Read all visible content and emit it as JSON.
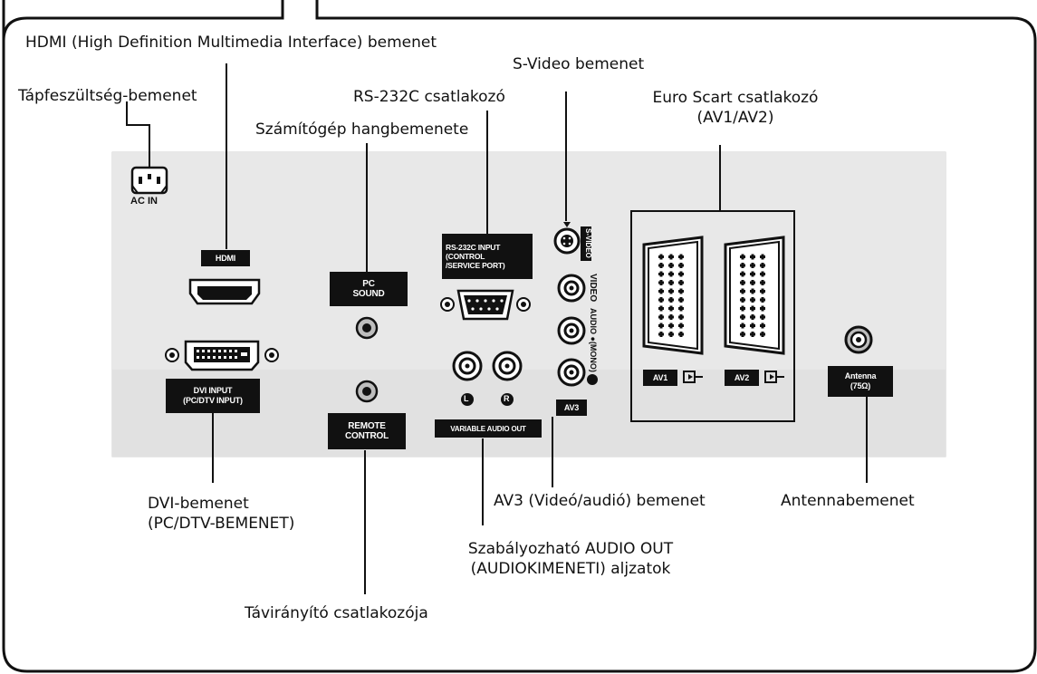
{
  "callouts": {
    "hdmi_in": "HDMI (High Definition Multimedia Interface) bemenet",
    "power_in": "Tápfeszültség-bemenet",
    "rs232": "RS-232C csatlakozó",
    "pc_sound": "Számítógép hangbemenete",
    "svideo": "S-Video bemenet",
    "scart_line1": "Euro Scart csatlakozó",
    "scart_line2": "(AV1/AV2)",
    "dvi_line1": "DVI-bemenet",
    "dvi_line2": "(PC/DTV-BEMENET)",
    "av3": "AV3 (Videó/audió) bemenet",
    "antenna": "Antennabemenet",
    "audio_out_line1": "Szabályozható AUDIO OUT",
    "audio_out_line2": "(AUDIOKIMENETI) aljzatok",
    "remote": "Távirányító csatlakozója"
  },
  "panel": {
    "ac_in": "AC IN",
    "hdmi": "HDMI",
    "pc_sound_1": "PC",
    "pc_sound_2": "SOUND",
    "rs232_1": "RS-232C INPUT",
    "rs232_2": "(CONTROL",
    "rs232_3": "/SERVICE PORT)",
    "dvi_1": "DVI INPUT",
    "dvi_2": "(PC/DTV INPUT)",
    "remote_1": "REMOTE",
    "remote_2": "CONTROL",
    "audio_l": "L",
    "audio_r": "R",
    "variable_audio_out": "VARIABLE AUDIO OUT",
    "s_video": "S-VIDEO",
    "video": "VIDEO",
    "audio_mono": "AUDIO ●(MONO)",
    "av3": "AV3",
    "av1": "AV1",
    "av2": "AV2",
    "antenna_1": "Antenna",
    "antenna_2": "(75Ω)"
  }
}
